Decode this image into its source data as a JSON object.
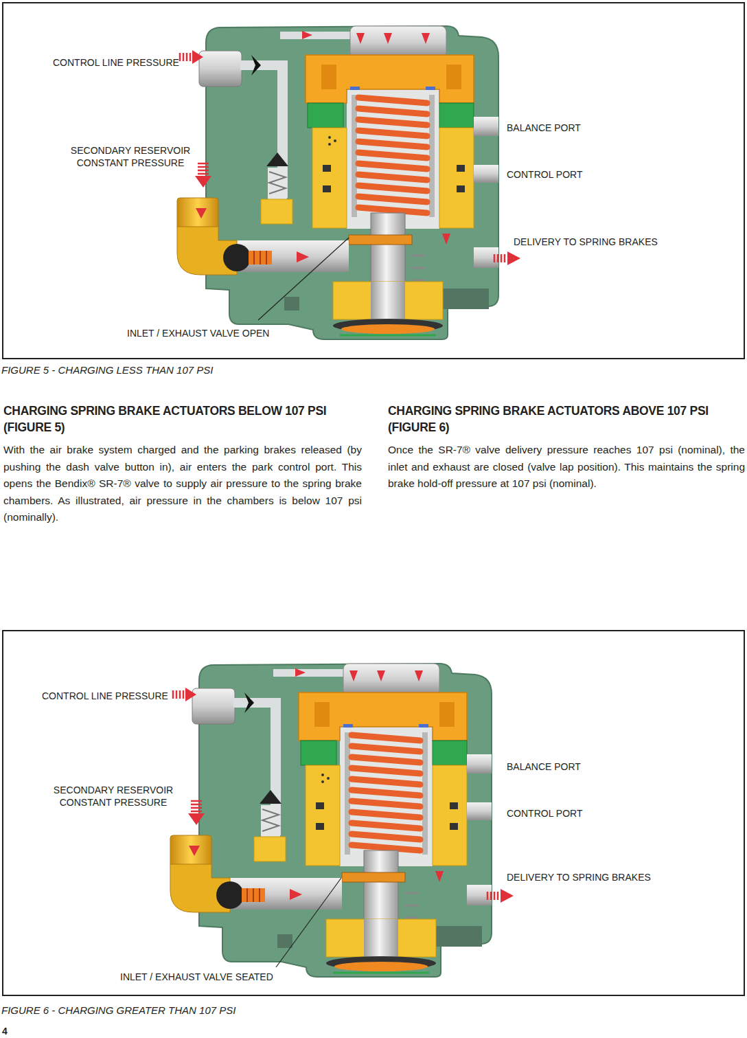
{
  "diagram": {
    "nodes": [
      {
        "text": [
          "CONTROL LINE PRESSURE",
          "SECONDARY RESERVOIR CONSTANT PRESSURE",
          "BALANCE PORT",
          "CONTROL PORT",
          "DELIVERY TO SPRING BRAKES",
          "INLET / EXHAUST VALVE OPEN",
          "FIGURE 5 - CHARGING LESS THAN 107 PSI"
        ]
      },
      {
        "text": [
          "CONTROL LINE PRESSURE",
          "SECONDARY RESERVOIR CONSTANT PRESSURE",
          "BALANCE PORT",
          "CONTROL PORT",
          "DELIVERY TO SPRING BRAKES",
          "INLET / EXHAUST VALVE SEATED",
          "FIGURE 6 -  CHARGING GREATER THAN 107 PSI"
        ]
      }
    ],
    "labels": [
      "CHARGING SPRING BRAKE ACTUATORS BELOW 107 PSI (FIGURE 5)",
      "With the air brake system charged and the parking brakes released (by pushing the dash valve button in), air enters the park control port.  This opens the Bendix® SR-7® valve to supply air pressure to the spring brake chambers.  As illustrated, air pressure in the chambers is below 107 psi (nominally).",
      "CHARGING SPRING BRAKE ACTUATORS ABOVE 107 PSI (FIGURE 6)",
      "Once the SR-7® valve delivery pressure reaches 107 psi (nominal), the inlet and exhaust are closed (valve lap position).  This maintains the spring brake hold-off pressure at 107 psi (nominal).",
      "4"
    ]
  }
}
